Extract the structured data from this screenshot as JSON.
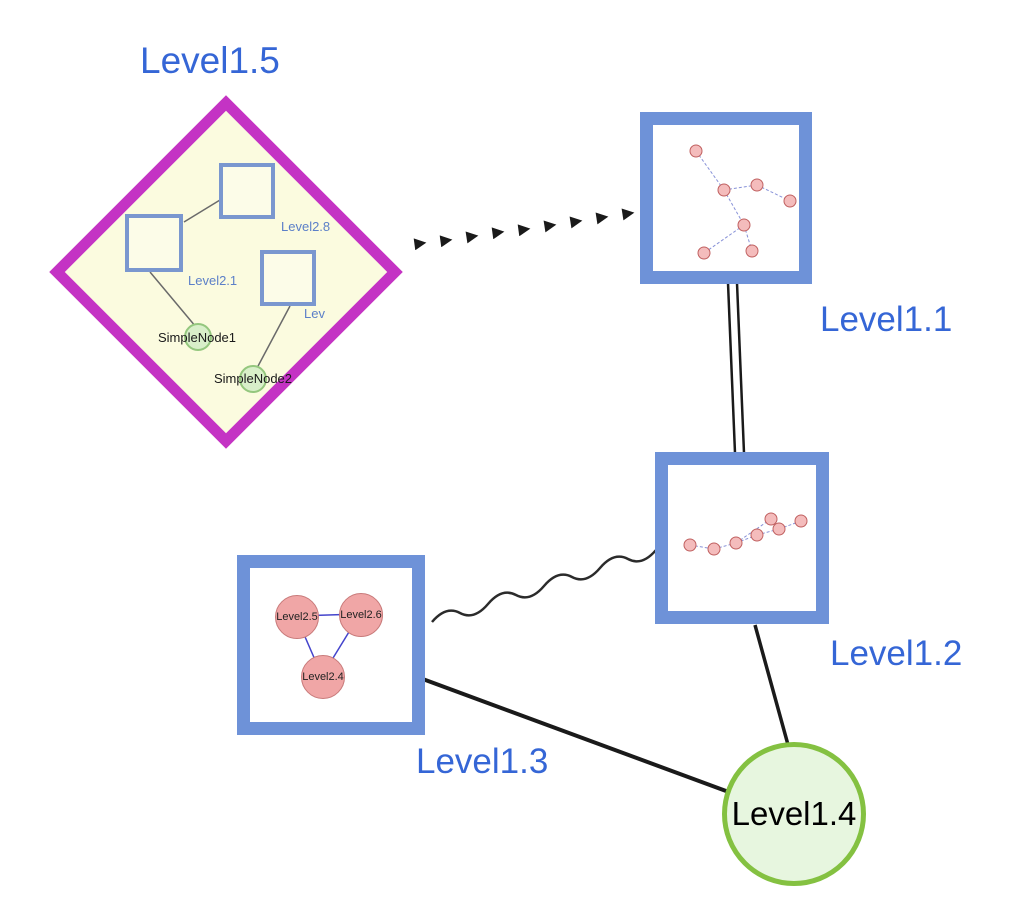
{
  "labels": {
    "level1_5": "Level1.5",
    "level1_1": "Level1.1",
    "level1_2": "Level1.2",
    "level1_3": "Level1.3",
    "level1_4": "Level1.4",
    "level2_8": "Level2.8",
    "level2_1": "Level2.1",
    "lev": "Lev",
    "simple_node_1": "SimpleNode1",
    "simple_node_2": "SimpleNode2",
    "level2_5": "Level2.5",
    "level2_6": "Level2.6",
    "level2_4": "Level2.4"
  },
  "nodes": [
    {
      "id": "Level1.5",
      "type": "group-diamond",
      "children": [
        "Level2.8",
        "Level2.1",
        "Lev",
        "SimpleNode1",
        "SimpleNode2"
      ]
    },
    {
      "id": "Level1.1",
      "type": "group-square",
      "children_count": 7
    },
    {
      "id": "Level1.2",
      "type": "group-square",
      "children_count": 7
    },
    {
      "id": "Level1.3",
      "type": "group-square",
      "children": [
        "Level2.5",
        "Level2.6",
        "Level2.4"
      ]
    },
    {
      "id": "Level1.4",
      "type": "circle-node"
    }
  ],
  "edges": [
    {
      "from": "Level1.5",
      "to": "Level1.1",
      "style": "dashed-arrowheads"
    },
    {
      "from": "Level1.1",
      "to": "Level1.2",
      "style": "double-line"
    },
    {
      "from": "Level1.3",
      "to": "Level1.2",
      "style": "wavy"
    },
    {
      "from": "Level1.3",
      "to": "Level1.4",
      "style": "solid"
    },
    {
      "from": "Level1.2",
      "to": "Level1.4",
      "style": "solid"
    }
  ],
  "colors": {
    "label_blue": "#3566D6",
    "group_square_border": "#6E92D8",
    "diamond_border": "#C433C4",
    "diamond_fill": "#FBFBDF",
    "inner_square_border": "#7A97CF",
    "green_node_fill": "#E7F6DF",
    "green_node_border": "#84C141",
    "pink_node_fill": "#F0A6A6",
    "pink_node_border": "#C87A7A",
    "edge_black": "#1A1A1A",
    "mini_edge_blue": "#8892D8"
  }
}
